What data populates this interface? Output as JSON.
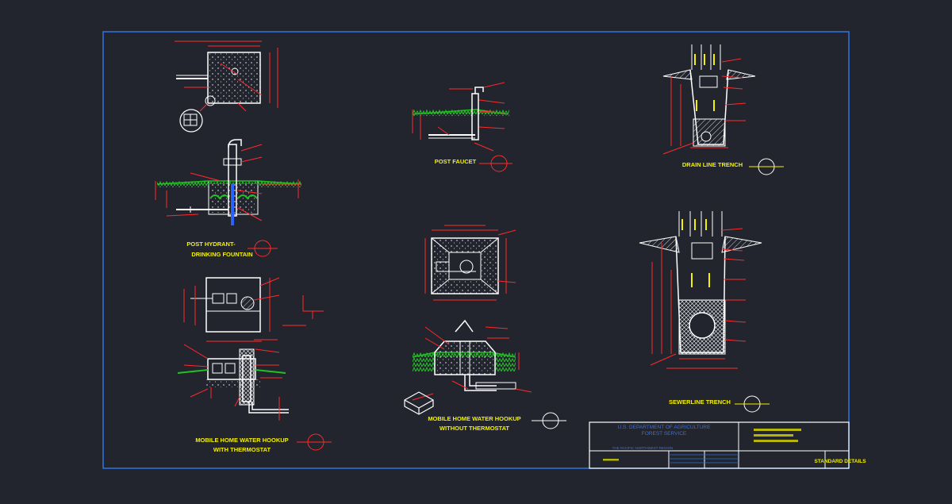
{
  "drawing": {
    "colors": {
      "background": "#22252e",
      "border": "#2f6fd6",
      "linework": "#ffffff",
      "dimension": "#ff2a2a",
      "label": "#f4f000",
      "vegetation": "#22c022",
      "pipe": "#2a62ff",
      "titleblock_text": "#3a6fd8"
    },
    "details": {
      "post_hydrant": {
        "title_line1": "POST HYDRANT-",
        "title_line2": "DRINKING FOUNTAIN"
      },
      "mh_thermostat": {
        "title_line1": "MOBILE HOME WATER HOOKUP",
        "title_line2": "WITH THERMOSTAT"
      },
      "post_faucet": {
        "title": "POST FAUCET"
      },
      "mh_no_thermostat": {
        "title_line1": "MOBILE HOME WATER HOOKUP",
        "title_line2": "WITHOUT THERMOSTAT"
      },
      "drain_trench": {
        "title": "DRAIN LINE TRENCH"
      },
      "sewer_trench": {
        "title": "SEWERLINE TRENCH"
      }
    },
    "title_block": {
      "agency_line1": "U.S. DEPARTMENT OF AGRICULTURE",
      "agency_line2": "FOREST SERVICE",
      "region": "THE PACIFIC NORTHWEST REGION",
      "sheet_title": "STANDARD DETAILS"
    }
  }
}
